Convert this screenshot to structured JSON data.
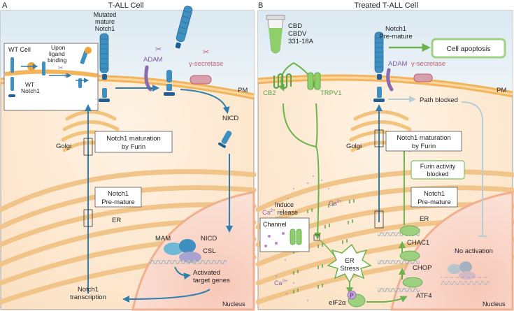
{
  "panel_a": {
    "letter": "A",
    "title": "T-ALL Cell",
    "inset": {
      "wt_cell": "WT Cell",
      "upon_ligand_line1": "Upon",
      "upon_ligand_line2": "ligand",
      "upon_ligand_line3": "binding",
      "wt_notch_line1": "WT",
      "wt_notch_line2": "Notch1"
    },
    "mutated_line1": "Mutated",
    "mutated_line2": "mature",
    "mutated_line3": "Notch1",
    "adam": "ADAM",
    "gamma_secretase": "γ-secretase",
    "pm": "PM",
    "nicd": "NICD",
    "golgi": "Golgi",
    "furin_box_line1": "Notch1 maturation",
    "furin_box_line2": "by Furin",
    "premature_line1": "Notch1",
    "premature_line2": "Pre-mature",
    "er": "ER",
    "mam": "MAM",
    "nicd_nuc": "NICD",
    "csl": "CSL",
    "activated_line1": "Activated",
    "activated_line2": "target genes",
    "transcription_line1": "Notch1",
    "transcription_line2": "transcription",
    "nucleus": "Nucleus"
  },
  "panel_b": {
    "letter": "B",
    "title": "Treated T-ALL Cell",
    "drug_line1": "CBD",
    "drug_line2": "CBDV",
    "drug_line3": "331-18A",
    "notch_line1": "Notch1",
    "notch_line2": "Pre-mature",
    "apoptosis": "Cell apoptosis",
    "adam": "ADAM",
    "gamma_secretase": "γ-secretase",
    "pm": "PM",
    "path_blocked": "Path blocked",
    "cb2": "CB2",
    "trpv1": "TRPV1",
    "golgi": "Golgi",
    "furin_box_line1": "Notch1 maturation",
    "furin_box_line2": "by Furin",
    "furin_blocked_line1": "Furin activity",
    "furin_blocked_line2": "blocked",
    "ca_label": "Ca",
    "ca_sup": "2+",
    "induce_line1": "Induce",
    "induce_line2_ca": "Ca",
    "induce_line2_sup": "2+",
    "induce_line2_rest": " release",
    "channel": "Channel",
    "premature_line1": "Notch1",
    "premature_line2": "Pre-mature",
    "er": "ER",
    "er_stress_line1": "ER",
    "er_stress_line2": "Stress",
    "chac1": "CHAC1",
    "chop": "CHOP",
    "atf4": "ATF4",
    "eif2a": "eIF2α",
    "phospho": "P",
    "no_activation": "No activation",
    "nucleus": "Nucleus"
  },
  "colors": {
    "notch_blue": "#3f8fc0",
    "arrow_blue": "#2f7fae",
    "drug_green": "#6bb34a",
    "adam_purple": "#8a6bb0",
    "secretase_pink": "#c45a6e",
    "membrane_orange": "#f0b860",
    "cytoplasm": "#fde9d2",
    "nucleus": "#fad5c8"
  }
}
